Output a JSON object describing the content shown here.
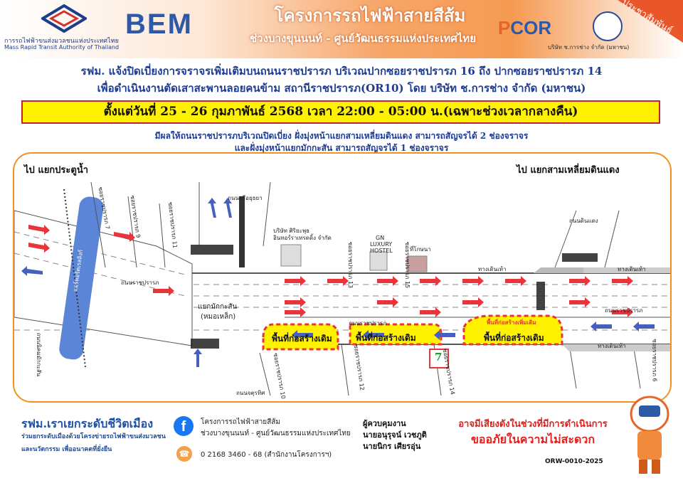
{
  "header": {
    "mrta_name_th": "การรถไฟฟ้าขนส่งมวลชนแห่งประเทศไทย",
    "mrta_name_en": "Mass Rapid Transit Authority of Thailand",
    "bem_logo": "BEM",
    "project_title": "โครงการรถไฟฟ้าสายสีส้ม",
    "project_segment": "ช่วงบางขุนนนท์ - ศูนย์วัฒนธรรมแห่งประเทศไทย",
    "pcor_logo_p": "P",
    "pcor_logo_rest": "COR",
    "contractor_caption": "บริษัท ช.การช่าง จำกัด (มหาชน)",
    "banner": "ประชาสัมพันธ์"
  },
  "announcement": {
    "line1": "รฟม. แจ้งปิดเบี่ยงการจราจรเพิ่มเติมบนถนนราชปรารภ บริเวณปากซอยราชปรารภ 16 ถึง ปากซอยราชปรารภ 14",
    "line2": "เพื่อดำเนินงานตัดเสาสะพานลอยคนข้าม สถานีราชปรารภ(OR10) โดย บริษัท ช.การช่าง จำกัด (มหาชน)",
    "date": "ตั้งแต่วันที่ 25 - 26 กุมภาพันธ์ 2568 เวลา 22:00 - 05:00 น.(เฉพาะช่วงเวลากลางคืน)",
    "effect1": "มีผลให้ถนนราชปรารภบริเวณปิดเบี่ยง ฝั่งมุ่งหน้าแยกสามเหลี่ยมดินแดง สามารถสัญจรได้ 2 ช่องจราจร",
    "effect2": "และฝั่งมุ่งหน้าแยกมักกะสัน สามารถสัญจรได้ 1 ช่องจราจร"
  },
  "map": {
    "to_left": "ไป แยกประตูน้ำ",
    "to_right": "ไป แยกสามเหลี่ยมดินแดง",
    "soi7": "ซอยราชปรารภ 7",
    "soi9": "ซอยราชปรารภ 9",
    "soi11": "ซอยราชปรารภ 11",
    "soi13": "ซอยราชปรารภ 13",
    "soi15": "ซอยราชปรารภ 15",
    "soi10": "ซอยราชปรารภ 10",
    "soi12": "ซอยราชปรารภ 12",
    "soi14": "ซอยราชปรารภ 14",
    "soi6": "ซอยราชปรารภ 6",
    "road_upper": "ถนนราชปรารภ",
    "road_right": "ถนนราชปรารภ",
    "road_lower": "ถนนราชปรารภ",
    "nikhom_makkasan": "ถนนนิคมมักกะสัน",
    "airport_link": "แอร์พอร์ตเรลลิงก์",
    "makkasan": "แยกมักกะสัน",
    "morlek": "(หมอเหล็ก)",
    "sri_ayutthaya": "ถนนศรีอยุธยา",
    "jatuchak": "ถนนจตุรทิศ",
    "din_daeng": "ถนนดินแดง",
    "company": "บริษัท ศิริยะพุธ",
    "company2": "อินทอร์ราเทรดดิ้ง จำกัด",
    "hostel1": "GN",
    "hostel2": "LUXURY",
    "hostel3": "HOSTEL",
    "tikotna": "ที่โกษนา",
    "sidewalk1": "ทางเดินเท้า",
    "sidewalk2": "ทางเดินเท้า",
    "sidewalk3": "ทางเดินเท้า",
    "extra_area": "พื้นที่ก่อสร้างเพิ่มเติม",
    "orig_area": "พื้นที่ก่อสร้างเดิม",
    "seven": "7"
  },
  "footer": {
    "slogan": "รฟม.เราเยกระดับชีวิตเมือง",
    "sub1": "ร่วมยกระดับเมืองด้วยโครงข่ายรถไฟฟ้าขนส่งมวลชน",
    "sub2": "และนวัตกรรม เพื่ออนาคตที่ยั่งยืน",
    "fb_icon": "f",
    "fb_line1": "โครงการรถไฟฟ้าสายสีส้ม",
    "fb_line2": "ช่วงบางขุนนนท์ - ศูนย์วัฒนธรรมแห่งประเทศไทย",
    "phone_icon": "☎",
    "phone": "0 2168 3460 - 68 (สำนักงานโครงการฯ)",
    "ctl_label": "ผู้ควบคุมงาน",
    "ctl_name1": "นายอนุรุจน์  เวชภูติ",
    "ctl_name2": "นายนิกร      เศียรอุ่น",
    "apology1": "อาจมีเสียงดังในช่วงที่มีการดำเนินการ",
    "apology2": "ขออภัยในความไม่สะดวก",
    "code": "ORW-0010-2025"
  },
  "colors": {
    "blue": "#1d3c95",
    "orange": "#f0931f",
    "red_arrow": "#e8343a",
    "blue_arrow": "#4560c0",
    "yellow": "#fff200"
  }
}
